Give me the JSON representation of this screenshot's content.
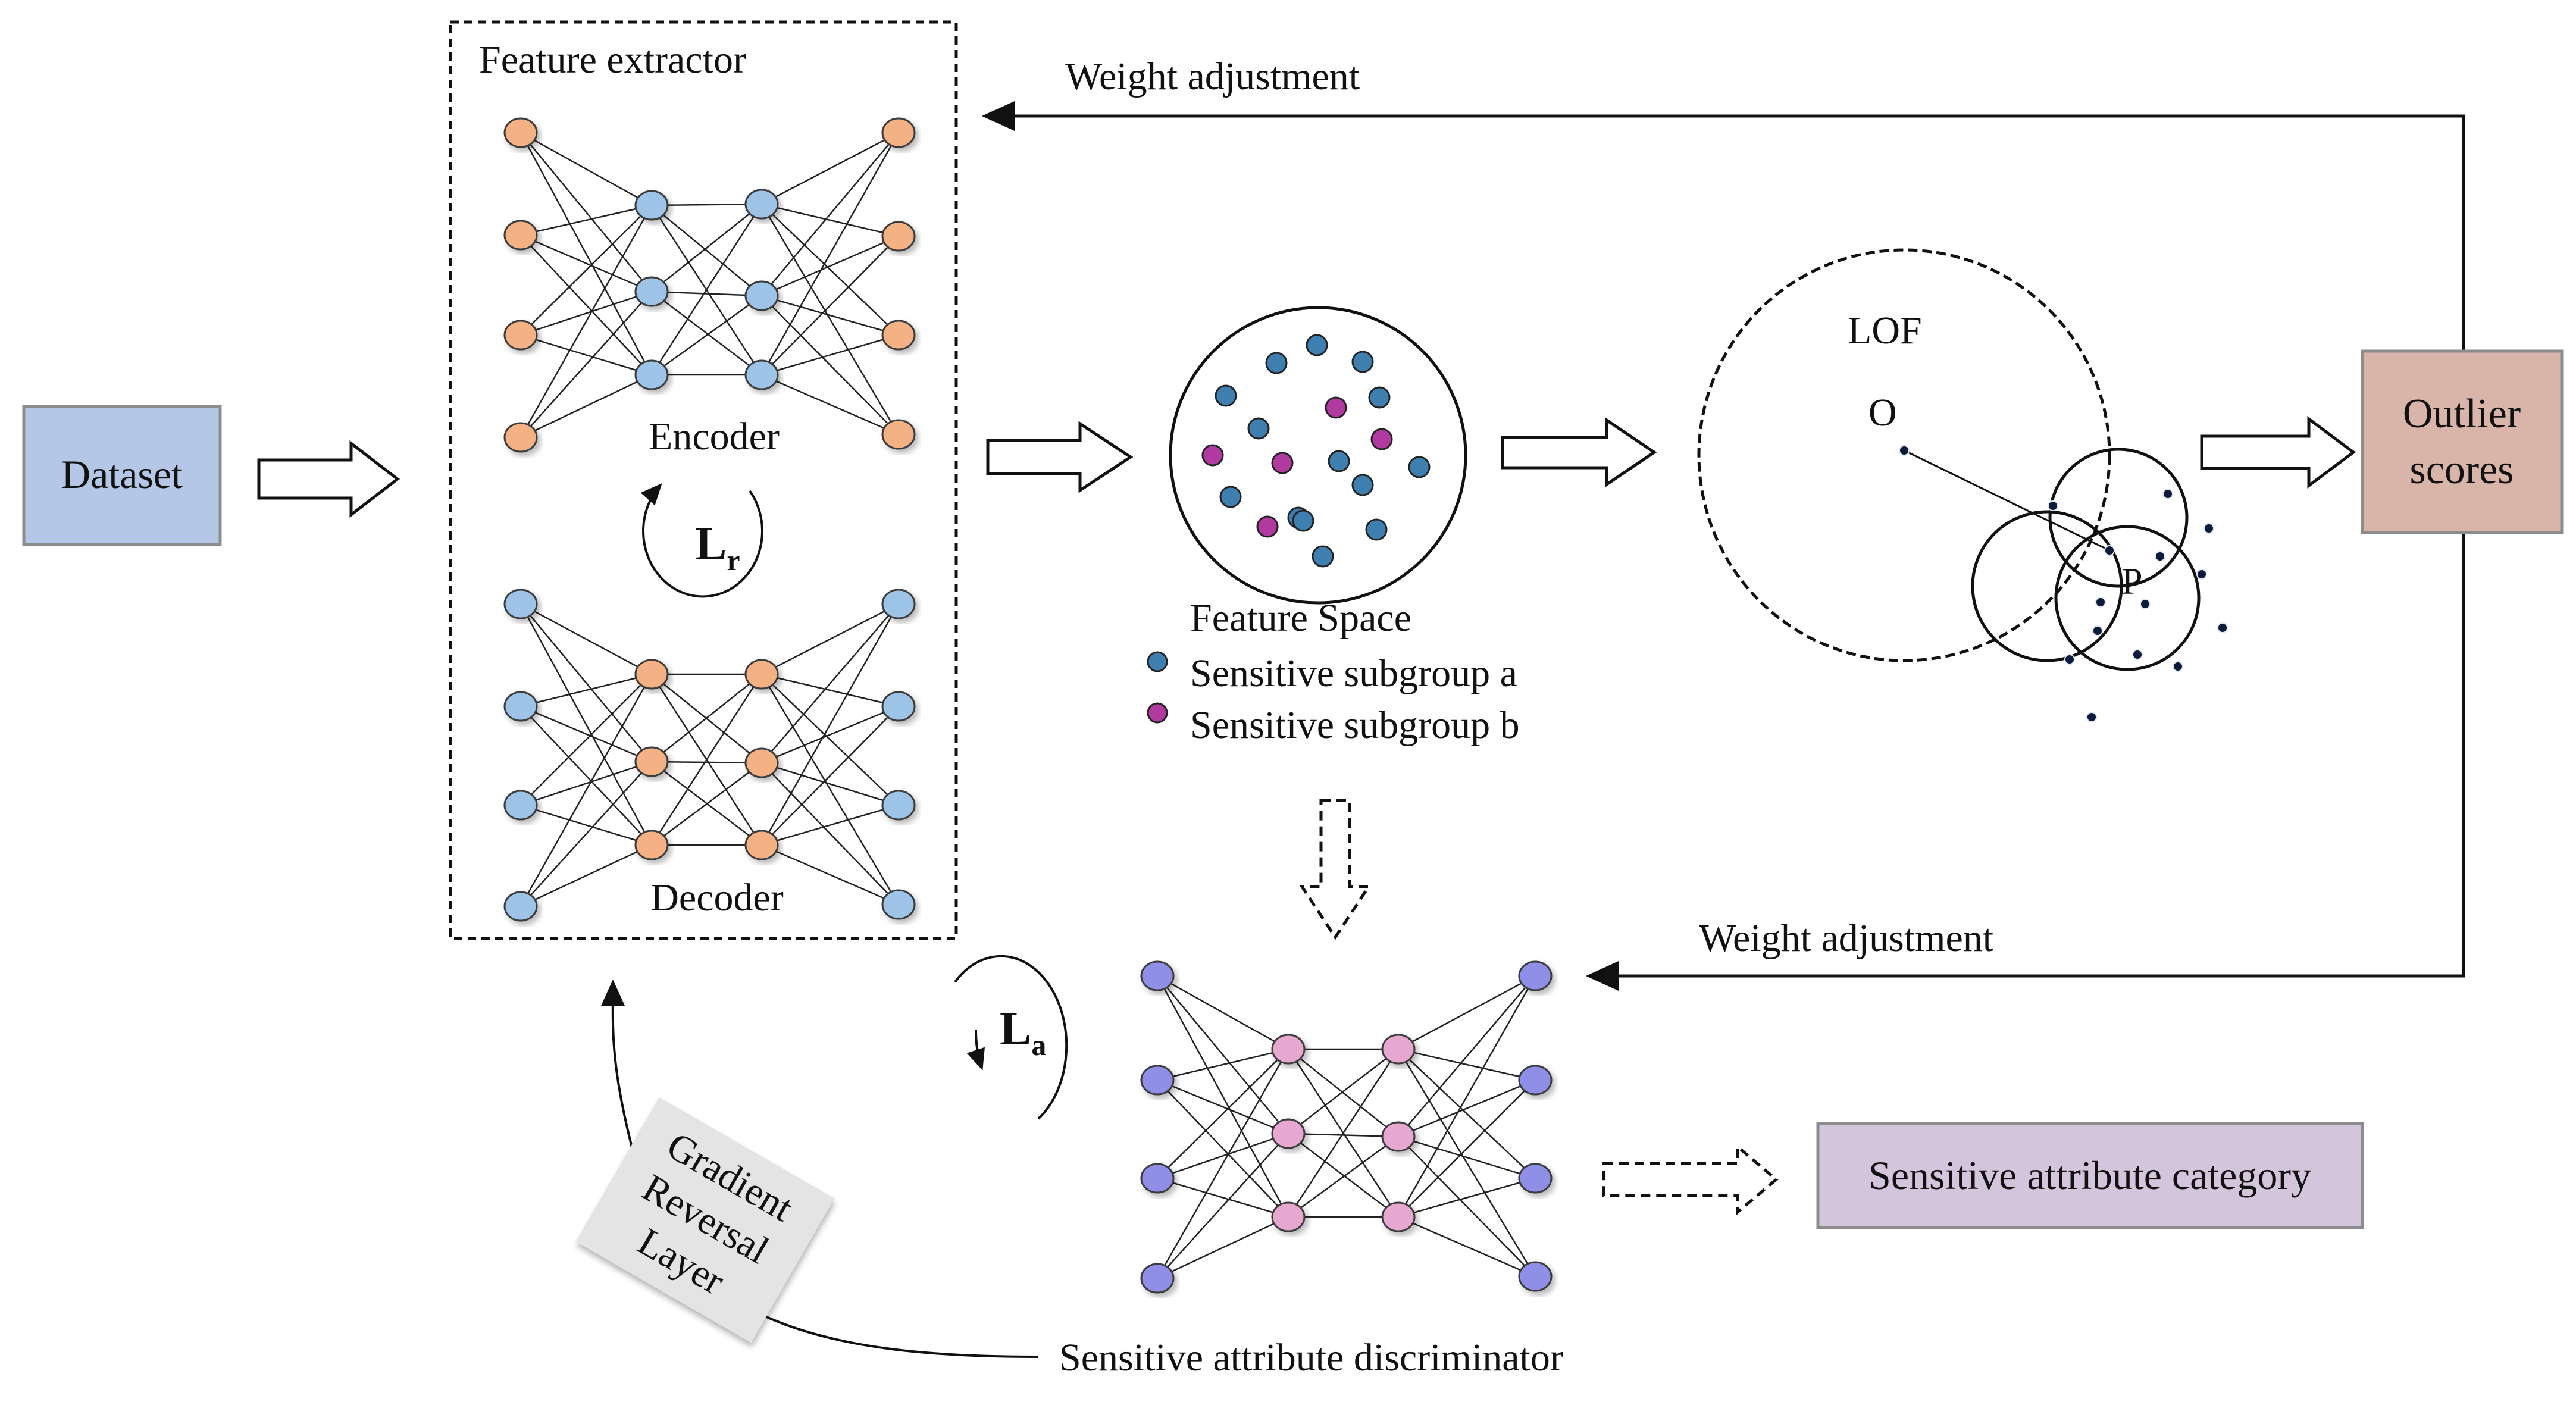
{
  "labels": {
    "dataset": "Dataset",
    "feature_extractor": "Feature extractor",
    "encoder": "Encoder",
    "decoder": "Decoder",
    "loss_r_main": "L",
    "loss_r_sub": "r",
    "loss_a_main": "L",
    "loss_a_sub": "a",
    "weight_adjustment_top": "Weight adjustment",
    "weight_adjustment_bottom": "Weight adjustment",
    "feature_space": "Feature Space",
    "subgroup_a": "Sensitive subgroup a",
    "subgroup_b": "Sensitive subgroup b",
    "lof": "LOF",
    "point_o": "O",
    "point_p": "P",
    "outlier_scores_line1": "Outlier",
    "outlier_scores_line2": "scores",
    "grl_line1": "Gradient",
    "grl_line2": "Reversal",
    "grl_line3": "Layer",
    "discriminator": "Sensitive attribute discriminator",
    "sensitive_category": "Sensitive attribute category"
  },
  "colors": {
    "dataset_fill": "#b4c7e7",
    "outlier_fill": "#d9b5a9",
    "category_fill": "#d3c6dc",
    "grl_fill": "#e4e4e4",
    "node_orange": "#f4b183",
    "node_blue": "#9dc3e6",
    "node_purple": "#8f8fe8",
    "node_pink": "#e6a8d0",
    "subgroup_a": "#3f7fb0",
    "subgroup_b": "#b03aa0",
    "lof_point": "#0d1b3a"
  }
}
